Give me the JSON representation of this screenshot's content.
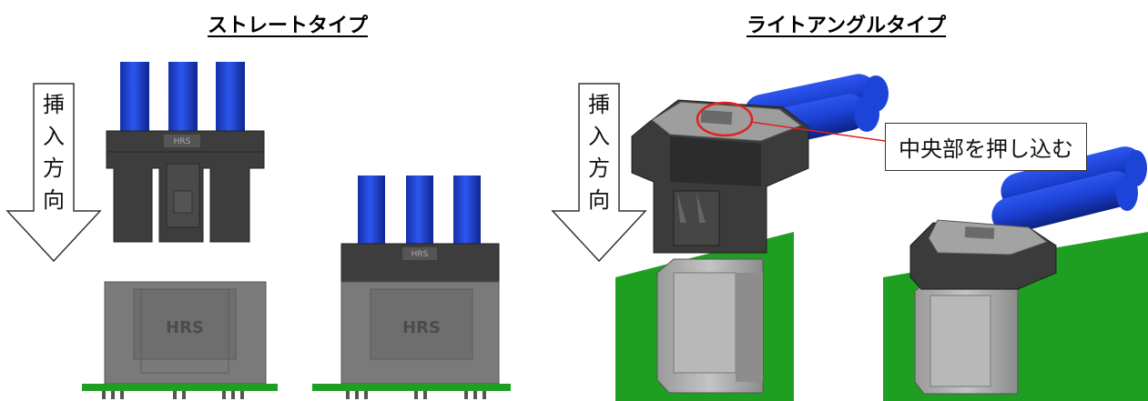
{
  "titles": {
    "straight": "ストレートタイプ",
    "right_angle": "ライトアングルタイプ"
  },
  "arrows": {
    "left_chars": [
      "挿",
      "入",
      "方",
      "向"
    ],
    "right_chars": [
      "挿",
      "入",
      "方",
      "向"
    ]
  },
  "callout": {
    "text": "中央部を押し込む"
  },
  "markings": {
    "brand": "HRS"
  },
  "colors": {
    "cable_blue": "#1a3fd0",
    "housing_dark": "#3c3c3c",
    "housing_light": "#8a8a8a",
    "pcb_green": "#1f9f22",
    "callout_red": "#e02020"
  }
}
